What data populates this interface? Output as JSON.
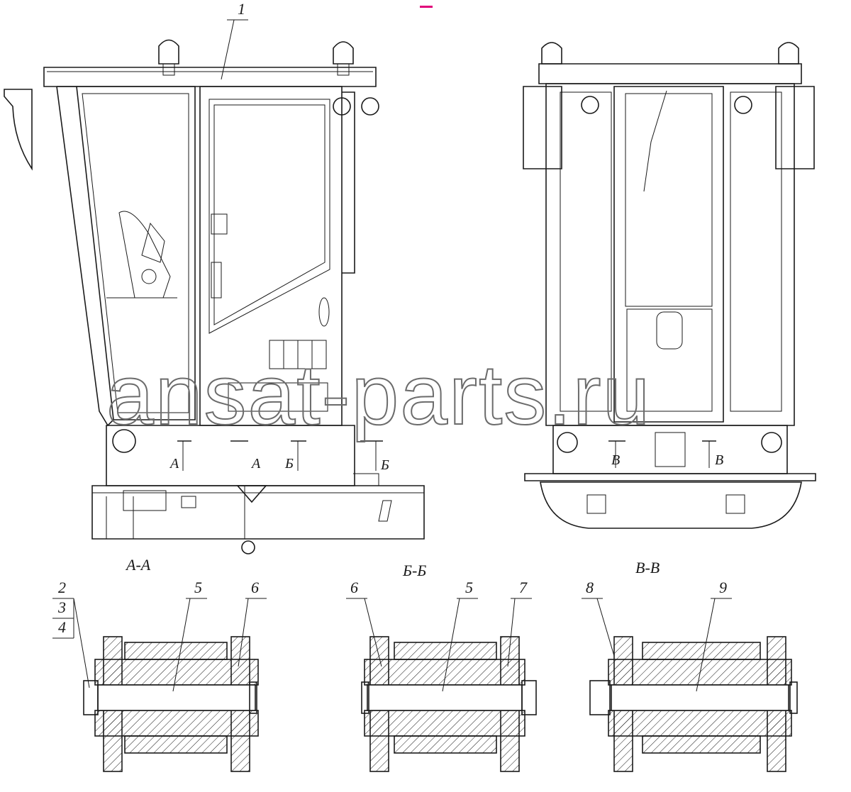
{
  "watermark": "ansat-parts.ru",
  "section_titles": {
    "aa": "А-А",
    "bb": "Б-Б",
    "vv": "В-В"
  },
  "cut_marks": {
    "a": "А",
    "b": "Б",
    "v": "В"
  },
  "callouts": {
    "c1": "1",
    "c2": "2",
    "c3": "3",
    "c4": "4",
    "c5": "5",
    "c6": "6",
    "c7": "7",
    "c8": "8",
    "c9": "9"
  },
  "colors": {
    "line": "#1a1a1a",
    "watermark": "#6b6b6b",
    "mark": "#e0007a"
  }
}
